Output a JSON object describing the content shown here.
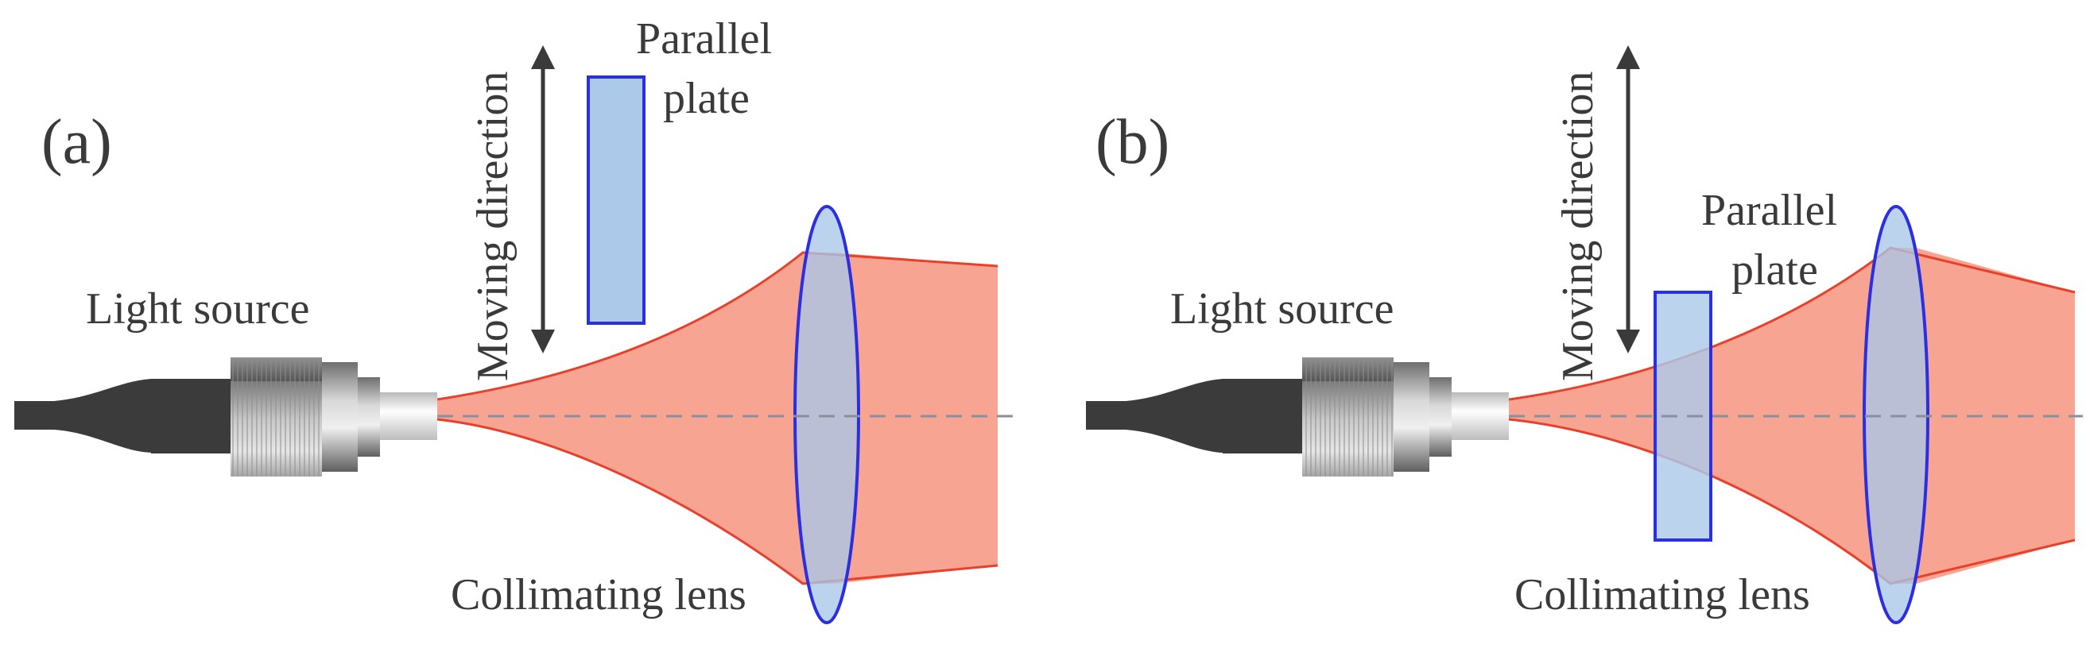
{
  "panels": [
    {
      "id": "a",
      "label": "(a)",
      "light_source_label": "Light source",
      "moving_direction_label": "Moving direction",
      "parallel_plate_label_line1": "Parallel",
      "parallel_plate_label_line2": "plate",
      "collimating_lens_label": "Collimating lens",
      "plate_position": "out of beam"
    },
    {
      "id": "b",
      "label": "(b)",
      "light_source_label": "Light source",
      "moving_direction_label": "Moving direction",
      "parallel_plate_label_line1": "Parallel",
      "parallel_plate_label_line2": "plate",
      "collimating_lens_label": "Collimating lens",
      "plate_position": "in beam"
    }
  ],
  "colors": {
    "beam_fill": "#f7a592",
    "beam_edge": "#e8402a",
    "lens_fill": "#a9c6e8",
    "lens_edge": "#2b2fe0",
    "plate_fill": "#adc9ea",
    "plate_edge": "#2b2fe0",
    "connector_dark": "#3b3b3b",
    "axis_dash": "#8a8fa0",
    "arrow": "#3a3a3a"
  }
}
